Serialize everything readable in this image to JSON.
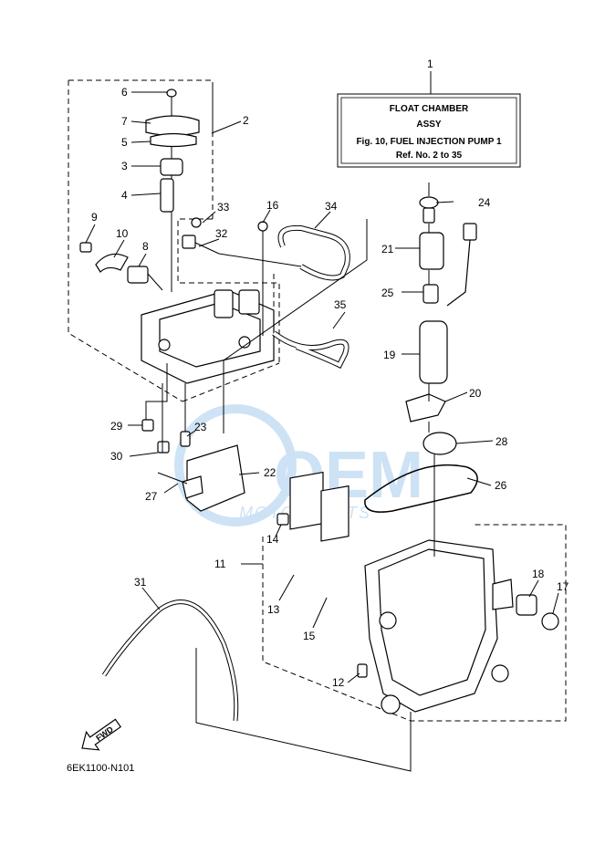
{
  "title_box": {
    "ref": "1",
    "line1": "FLOAT CHAMBER",
    "line2": "ASSY",
    "line3": "Fig. 10, FUEL INJECTION PUMP 1",
    "line4": "Ref. No. 2 to 35"
  },
  "callouts": [
    "2",
    "3",
    "4",
    "5",
    "6",
    "7",
    "8",
    "9",
    "10",
    "11",
    "12",
    "13",
    "14",
    "15",
    "16",
    "17",
    "18",
    "19",
    "20",
    "21",
    "22",
    "23",
    "24",
    "25",
    "26",
    "27",
    "28",
    "29",
    "30",
    "31",
    "32",
    "33",
    "34",
    "35"
  ],
  "watermark": {
    "brand": "OEM",
    "sub": "MOTORPARTS"
  },
  "fwd_label": "FWD",
  "diagram_code": "6EK1100-N101"
}
